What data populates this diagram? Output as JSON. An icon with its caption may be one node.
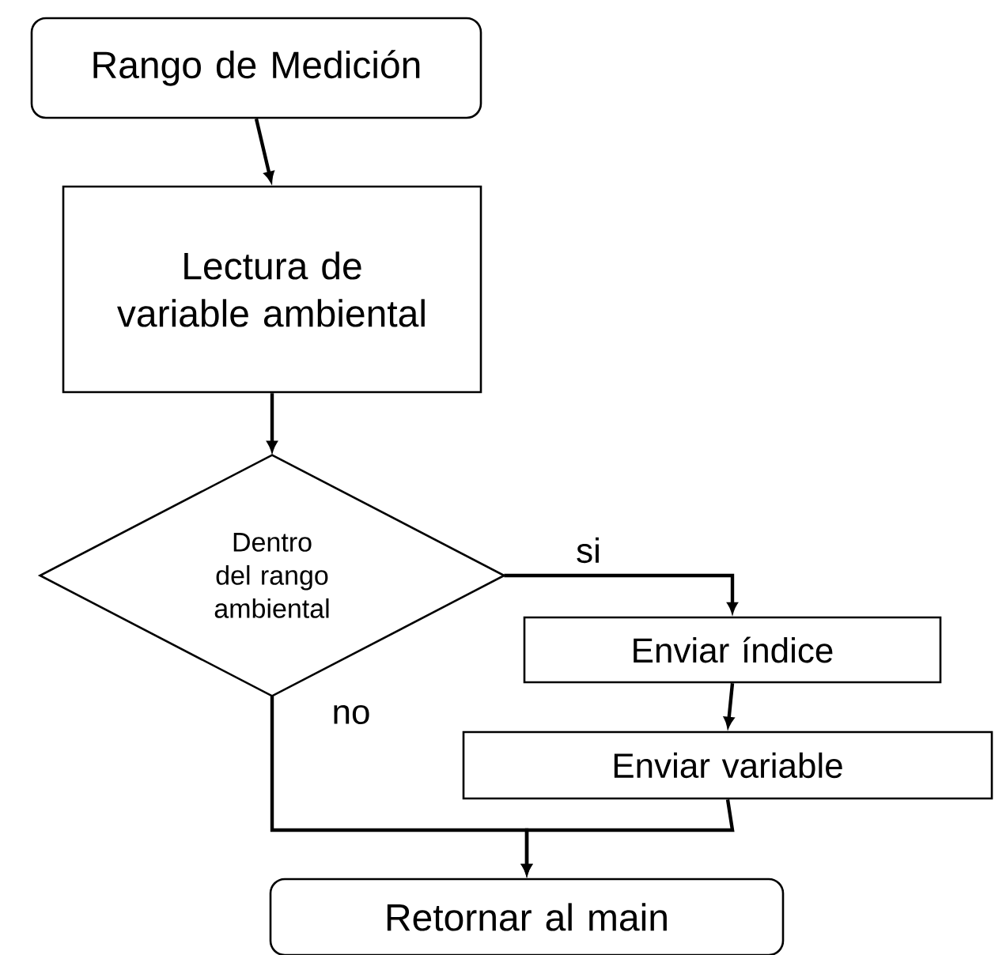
{
  "diagram": {
    "nodes": [
      {
        "text": [
          "Rango de Medición"
        ]
      },
      {
        "text": [
          "Lectura de variable ambiental"
        ]
      },
      {
        "text": [
          "Dentro del rango ambiental"
        ]
      },
      {
        "text": [
          "Enviar índice"
        ]
      },
      {
        "text": [
          "Enviar variable"
        ]
      },
      {
        "text": [
          "Retornar al main"
        ]
      }
    ],
    "edges": [
      {
        "from": 0,
        "to": 1,
        "arrow": "to"
      },
      {
        "from": 1,
        "to": 2,
        "arrow": "to"
      },
      {
        "from": 2,
        "to": 3,
        "arrow": "to",
        "label": "si"
      },
      {
        "from": 3,
        "to": 4,
        "arrow": "to"
      },
      {
        "from": 2,
        "to": 5,
        "arrow": "to",
        "label": "no"
      },
      {
        "from": 4,
        "to": 5,
        "arrow": "to"
      }
    ]
  }
}
